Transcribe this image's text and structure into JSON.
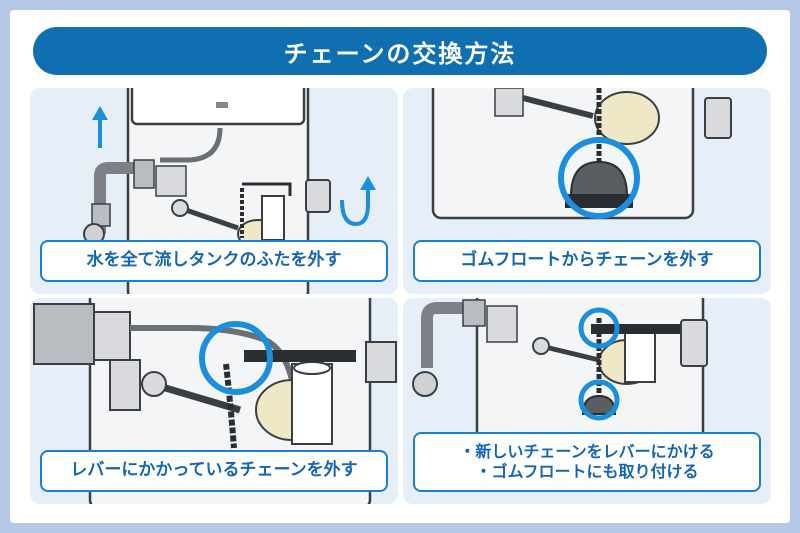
{
  "title": "チェーンの交換方法",
  "colors": {
    "background": "#b6c8e6",
    "title_bar": "#0f6fb0",
    "panel": "#e6eef8",
    "caption_border": "#1a7fd0",
    "caption_text": "#1466b3",
    "highlight_ring": "#1a8fe0",
    "arrow": "#1a8fe0"
  },
  "steps": [
    {
      "caption": "水を全て流しタンクのふたを外す",
      "icons": [
        "arrow-up-icon",
        "arrow-hook-icon"
      ]
    },
    {
      "caption": "ゴムフロートからチェーンを外す"
    },
    {
      "caption": "レバーにかかっているチェーンを外す"
    },
    {
      "caption_lines": [
        "・新しいチェーンをレバーにかける",
        "・ゴムフロートにも取り付ける"
      ]
    }
  ]
}
